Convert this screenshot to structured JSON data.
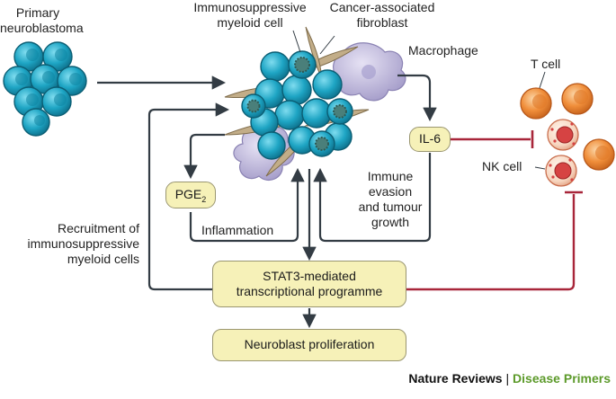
{
  "labels": {
    "primary_neuroblastoma": [
      "Primary",
      "neuroblastoma"
    ],
    "immunosuppressive_myeloid_cell": [
      "Immunosuppressive",
      "myeloid cell"
    ],
    "cancer_associated_fibroblast": [
      "Cancer-associated",
      "fibroblast"
    ],
    "macrophage": "Macrophage",
    "t_cell": "T cell",
    "nk_cell": "NK cell",
    "il6": "IL-6",
    "pge2_main": "PGE",
    "pge2_sub": "2",
    "inflammation": "Inflammation",
    "immune_evasion": [
      "Immune",
      "evasion",
      "and tumour",
      "growth"
    ],
    "recruitment": [
      "Recruitment of",
      "immunosuppressive",
      "myeloid cells"
    ],
    "stat3": [
      "STAT3-mediated",
      "transcriptional programme"
    ],
    "neuroblast_proliferation": "Neuroblast proliferation"
  },
  "footer": {
    "publisher": "Nature Reviews",
    "separator": "|",
    "journal": "Disease Primers"
  },
  "colors": {
    "tumour_cell": "#1ea5c4",
    "fibroblast": "#c2ad88",
    "macrophage": "#bdb6dc",
    "t_cell": "#f08e3a",
    "nk_cell_dots": "#d64343",
    "arrow": "#333c44",
    "inhibition": "#a8263a",
    "box_fill": "#f6f1b8",
    "journal_green": "#5c9a2a"
  }
}
